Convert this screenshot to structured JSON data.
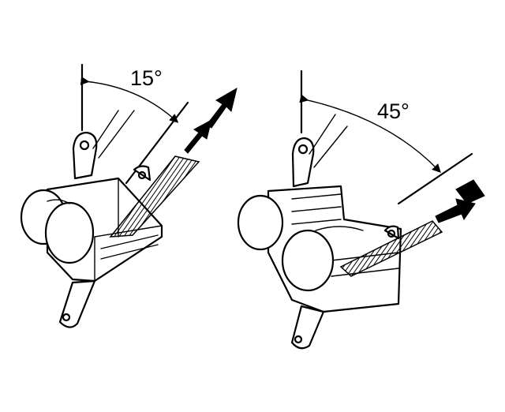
{
  "figures": [
    {
      "angle_label": "15°",
      "angle_degrees": 15
    },
    {
      "angle_label": "45°",
      "angle_degrees": 45
    }
  ],
  "colors": {
    "ink": "#000000",
    "paper": "#ffffff"
  }
}
